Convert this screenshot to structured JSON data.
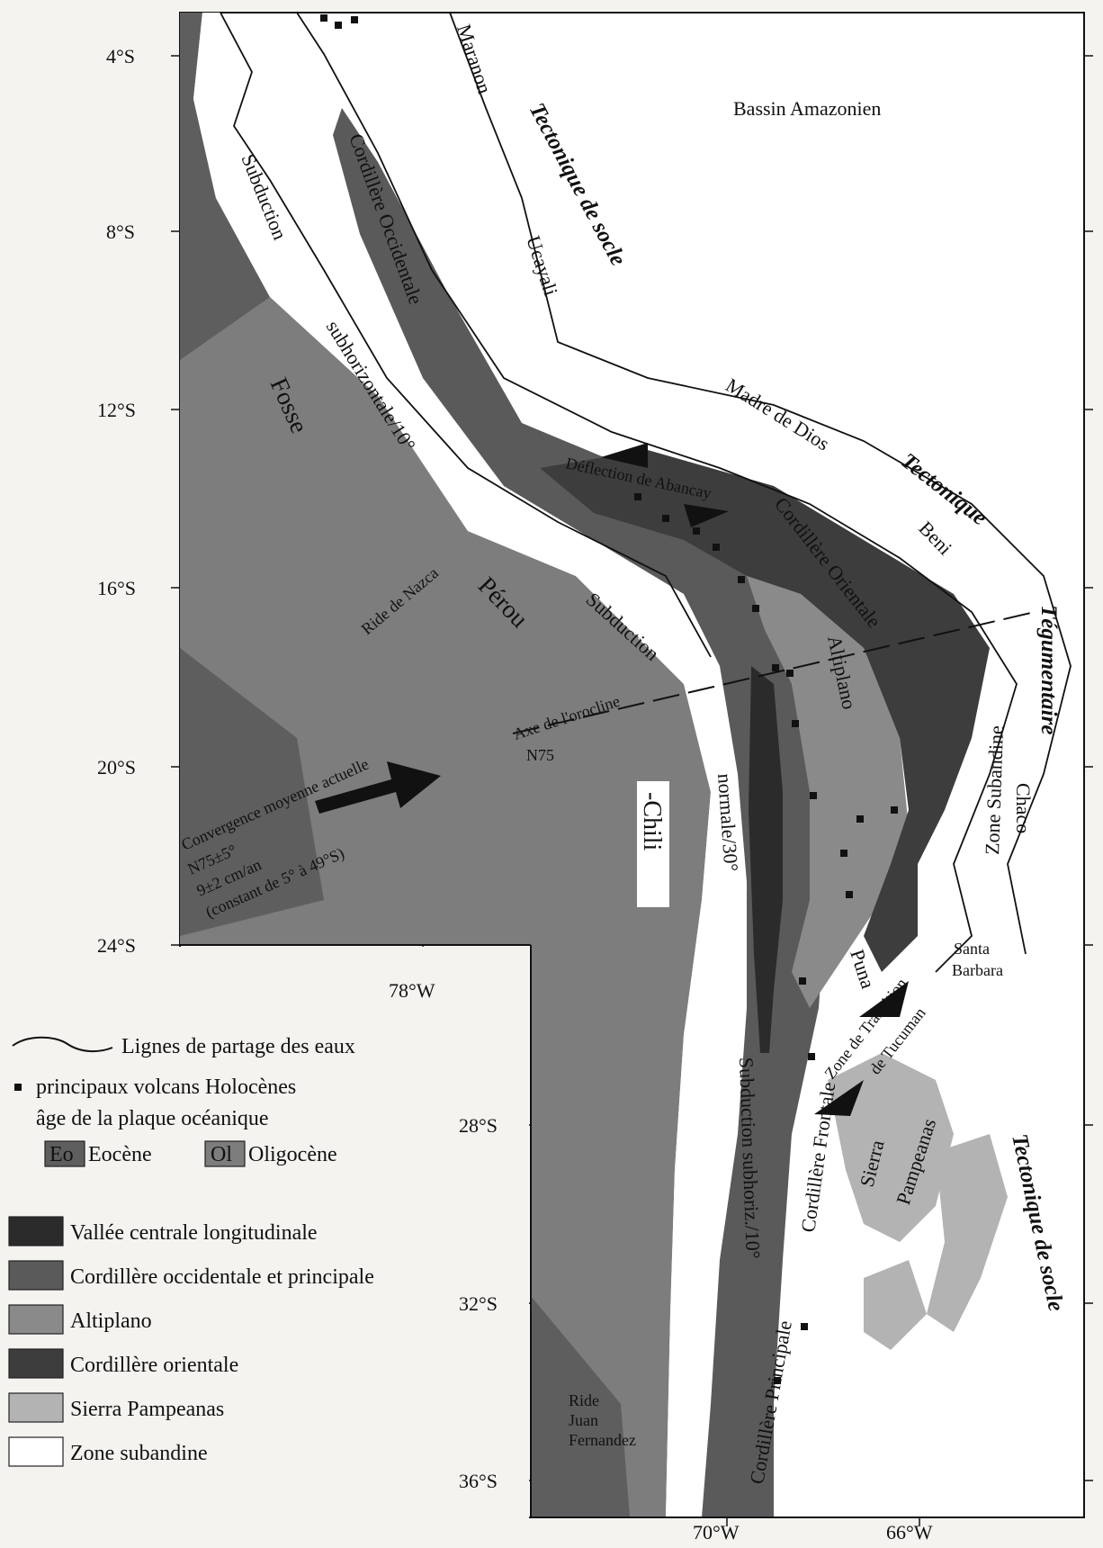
{
  "axes": {
    "latitudes": [
      "4°S",
      "8°S",
      "12°S",
      "16°S",
      "20°S",
      "24°S",
      "28°S",
      "32°S",
      "36°S"
    ],
    "longitudes": [
      "78°W",
      "70°W",
      "66°W"
    ]
  },
  "labels": {
    "bassin_amazonien": "Bassin Amazonien",
    "maranon": "Maranon",
    "tectonique_de_socle_north": "Tectonique de socle",
    "ucayali": "Ucayali",
    "subduction_north": "Subduction",
    "subhorizontale": "subhorizontale/10°",
    "cordillere_occidentale": "Cordillère Occidentale",
    "fosse": "Fosse",
    "madre_de_dios": "Madre de Dios",
    "tectonique_east": "Tectonique",
    "beni": "Beni",
    "deflection": "Déflection de Abancay",
    "cordillere_orientale": "Cordillère Orientale",
    "ride_de_nazca": "Ride de Nazca",
    "perou": "Pérou",
    "subduction_mid": "Subduction",
    "altiplano": "Altiplano",
    "tegumentaire": "Tégumentaire",
    "zone_subandine": "Zone Subandine",
    "chaco": "Chaco",
    "axe_orocline": "Axe de l'orocline",
    "n75": "N75",
    "convergence_1": "Convergence moyenne actuelle",
    "convergence_2": "N75±5°",
    "convergence_3": "9±2 cm/an",
    "convergence_4": "(constant de 5° à 49°S)",
    "chili": "-Chili",
    "normale": "normale/30°",
    "santa": "Santa",
    "barbara": "Barbara",
    "puna": "Puna",
    "zone_transition": "Zone de Transition",
    "de_tucuman": "de Tucuman",
    "subduction_subhoriz": "Subduction subhoriz./10°",
    "cordillere_frontale": "Cordillère Frontale",
    "cordillere_principale": "Cordillère Principale",
    "sierra": "Sierra",
    "pampeanas": "Pampeanas",
    "tectonique_de_socle_south": "Tectonique de socle",
    "ride_juan_1": "Ride",
    "ride_juan_2": "Juan",
    "ride_juan_3": "Fernandez"
  },
  "legend": {
    "watershed": "Lignes de partage des eaux",
    "volcanoes": "principaux volcans Holocènes",
    "plate_age": "âge de la plaque océanique",
    "eo_code": "Eo",
    "eo_label": "Eocène",
    "ol_code": "Ol",
    "ol_label": "Oligocène",
    "units": [
      {
        "label": "Vallée centrale longitudinale",
        "color": "#2b2b2b"
      },
      {
        "label": "Cordillère occidentale et principale",
        "color": "#5a5a5a"
      },
      {
        "label": "Altiplano",
        "color": "#8a8a8a"
      },
      {
        "label": "Cordillère orientale",
        "color": "#3d3d3d"
      },
      {
        "label": "Sierra Pampeanas",
        "color": "#b3b3b3"
      },
      {
        "label": "Zone subandine",
        "color": "#ffffff"
      }
    ]
  },
  "colors": {
    "eocene": "#5e5e5e",
    "oligocene": "#7d7d7d"
  }
}
